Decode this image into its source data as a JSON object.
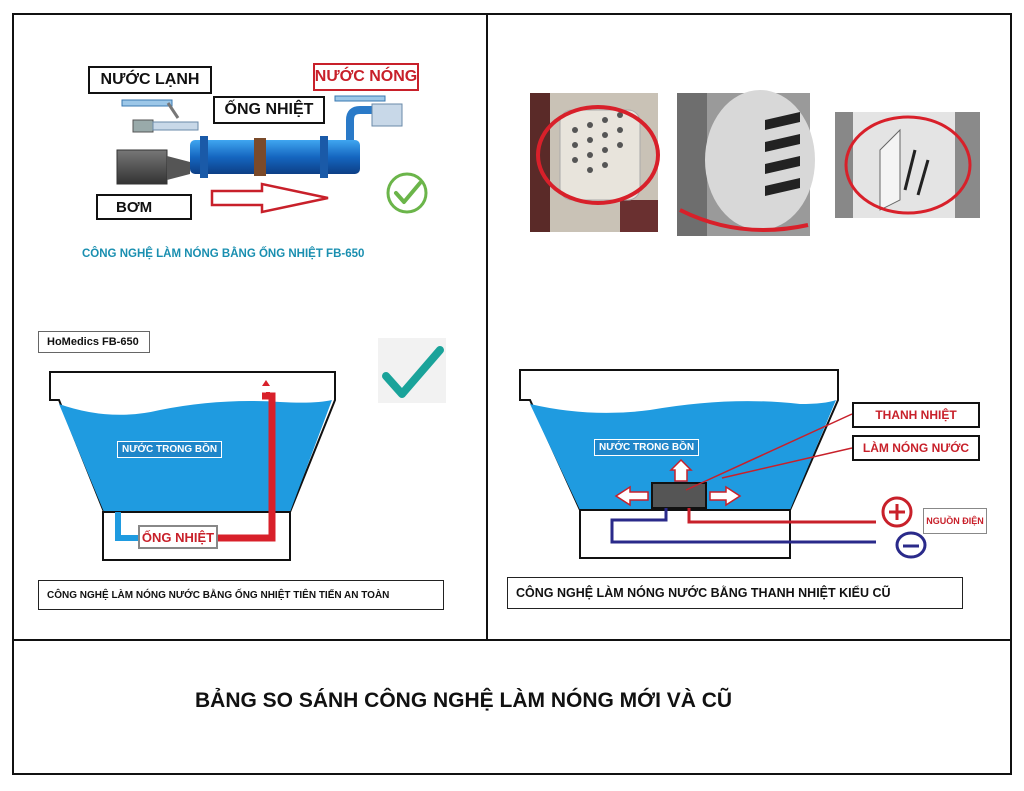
{
  "colors": {
    "water": "#1f9be0",
    "accent_red": "#c8202a",
    "check_green": "#6bb54a",
    "check_teal": "#1aa39a",
    "title_teal": "#1a8fb0"
  },
  "left_top": {
    "cold_water": "NƯỚC LẠNH",
    "hot_water": "NƯỚC NÓNG",
    "heat_pipe": "ỐNG NHIỆT",
    "pump": "BƠM",
    "caption": "CÔNG NGHỆ LÀM NÓNG BẰNG ỐNG NHIỆT FB-650",
    "check_icon": "check-circle-icon"
  },
  "left_bottom": {
    "model": "HoMedics FB-650",
    "water_label": "NƯỚC TRONG BỒN",
    "heat_pipe": "ỐNG NHIỆT",
    "caption": "CÔNG NGHỆ LÀM NÓNG NƯỚC BẰNG ỐNG NHIỆT TIÊN TIẾN AN TOÀN",
    "check_icon": "check-mark-icon"
  },
  "right_bottom": {
    "water_label": "NƯỚC TRONG BỒN",
    "heating_bar": "THANH NHIỆT",
    "heating_water": "LÀM NÓNG NƯỚC",
    "power_source": "NGUỒN ĐIỆN",
    "plus": "+",
    "minus": "−",
    "caption": "CÔNG NGHỆ LÀM NÓNG NƯỚC BẰNG THANH NHIỆT KIỂU CŨ"
  },
  "footer": {
    "title": "BẢNG SO SÁNH CÔNG NGHỆ LÀM NÓNG MỚI VÀ CŨ"
  }
}
